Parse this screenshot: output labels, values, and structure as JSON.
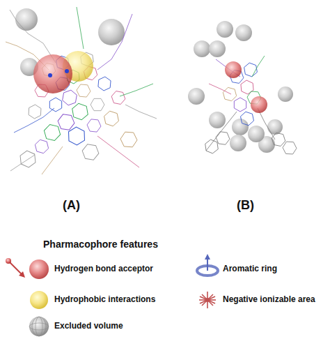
{
  "diagram": {
    "labels": [
      "(A)",
      "(B)",
      "Pharmacophore features"
    ],
    "legend": [
      {
        "text": "Hydrogen bond acceptor"
      },
      {
        "text": "Hydrophobic interactions"
      },
      {
        "text": "Excluded volume"
      },
      {
        "text": "Aromatic ring"
      },
      {
        "text": "Negative ionizable area"
      }
    ]
  }
}
